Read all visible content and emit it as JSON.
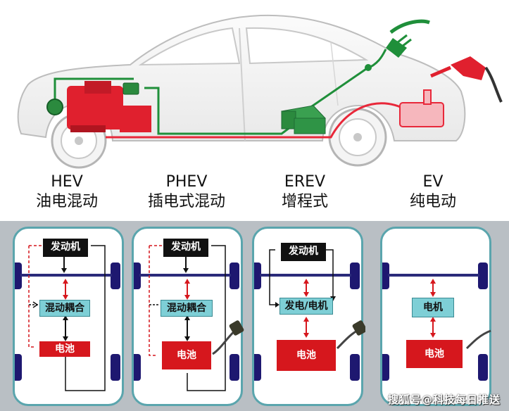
{
  "vehicle_types": [
    {
      "code": "HEV",
      "name": "油电混动"
    },
    {
      "code": "PHEV",
      "name": "插电式混动"
    },
    {
      "code": "EREV",
      "name": "增程式"
    },
    {
      "code": "EV",
      "name": "纯电动"
    }
  ],
  "components": {
    "engine": "发动机",
    "coupler": "混动耦合",
    "gen_motor": "发电/电机",
    "motor": "电机",
    "battery": "电池"
  },
  "watermark": "搜狐号@科技每日推送",
  "colors": {
    "panel_border": "#5aa5ad",
    "panel_bg": "#b9bfc4",
    "axle": "#2a2a7a",
    "wheel": "#1e1870",
    "engine": "#111111",
    "coupler": "#7ecfd6",
    "battery": "#d6171d",
    "arrow_red": "#d6171d",
    "fuel_line": "#e8283a",
    "electric_line": "#1f8f3a",
    "engine_3d": "#e0202e",
    "fuel_tank": "#f6b7bd"
  }
}
